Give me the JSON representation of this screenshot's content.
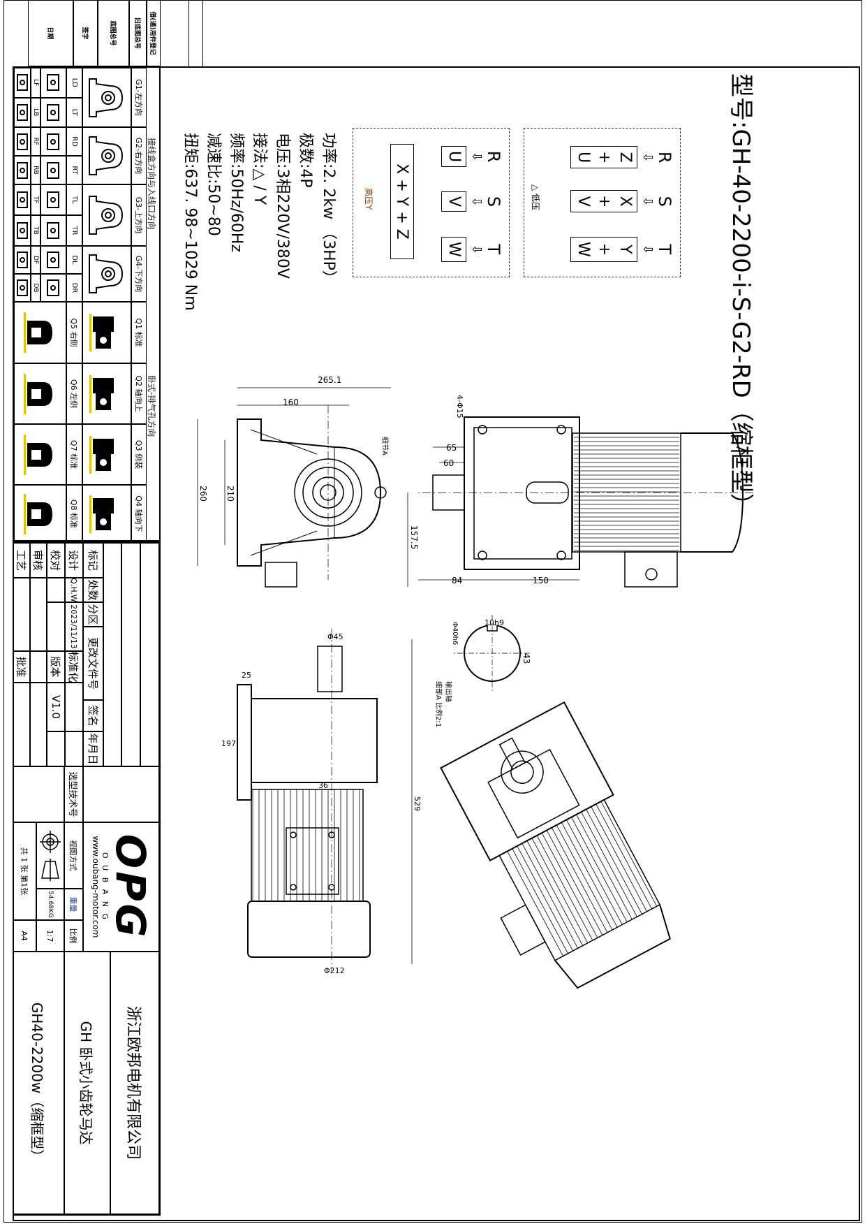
{
  "title": "型号:GH-40-2200-i-S-G2-RD（缩框型）",
  "records_strip": {
    "labels": [
      "借(通)用件登记",
      "旧底图总号",
      "底图总号",
      "签字",
      "日期"
    ]
  },
  "wiring": {
    "low": {
      "label": "△ 低压",
      "inputs": [
        "R",
        "S",
        "T"
      ],
      "arrow": "⇩",
      "terminals": [
        [
          "Z",
          "+",
          "U"
        ],
        [
          "X",
          "+",
          "V"
        ],
        [
          "Y",
          "+",
          "W"
        ]
      ]
    },
    "high": {
      "label": "高压Y",
      "inputs": [
        "R",
        "S",
        "T"
      ],
      "arrow": "⇩",
      "terminals": [
        "U",
        "V",
        "W"
      ],
      "star": "X + Y + Z"
    }
  },
  "specs": [
    "功率:2. 2kw （3HP）",
    "极数:4P",
    "电压:3相220V/380V",
    "接法:△ / Y",
    "频率:50Hz/60Hz",
    "减速比:50~80",
    "扭矩:637. 98~1029 Nm"
  ],
  "dimensions": {
    "d265": "265.1",
    "d160": "160",
    "d260": "260",
    "d210": "210",
    "d157": "157.5",
    "detailA": "细节A",
    "holes": "4-Φ15",
    "d65": "65",
    "d60": "60",
    "d84": "84",
    "d150": "150",
    "shaft_dia": "Φ40h6",
    "key": "10h9",
    "d43": "43",
    "shaft_label": "输出轴",
    "detail_scale": "细部A 比例2:1",
    "d45": "Φ45",
    "d25": "25",
    "d197": "197",
    "d36": "36",
    "d529": "529",
    "d212": "Φ212"
  },
  "mounting_table": {
    "header_terminal": "接线盒方向与入线口方向",
    "header_vent": "卧式-排气孔方向",
    "g": [
      {
        "label": "G1-左方向",
        "a": "LD",
        "b": "LT",
        "c": "LF",
        "d": "LB"
      },
      {
        "label": "G2-右方向",
        "a": "RD",
        "b": "RT",
        "c": "RF",
        "d": "RB"
      },
      {
        "label": "G3-上方向",
        "a": "TL",
        "b": "TR",
        "c": "TF",
        "d": "TB"
      },
      {
        "label": "G4-下方向",
        "a": "DL",
        "b": "DR",
        "c": "DF",
        "d": "DB"
      }
    ],
    "q": [
      {
        "top": "Q1 标准",
        "bottom": "Q5 右侧"
      },
      {
        "top": "Q2 轴向上",
        "bottom": "Q6 左侧"
      },
      {
        "top": "Q3 侧装",
        "bottom": "Q7 标准"
      },
      {
        "top": "Q4 轴向下",
        "bottom": "Q8 标准"
      }
    ]
  },
  "title_block": {
    "headers": [
      "标记",
      "处数",
      "分区",
      "更改文件号",
      "签名",
      "年月日"
    ],
    "design": "设计",
    "designer": "Q.H.W",
    "date": "2023/11/13",
    "standardize": "标准化",
    "check": "校对",
    "version_label": "版本",
    "version": "V1.0",
    "review": "审核",
    "process": "工艺",
    "approve": "批准",
    "selection_no": "选型技术号",
    "logo": "OPG",
    "brand": "O U B A N G",
    "website": "www.oubang-motor.com",
    "view_method": "视图方式",
    "weight_label": "重量",
    "weight": "54.68KG",
    "scale_label": "比例",
    "scale": "1:7",
    "sheets": "共 1 张 第1张",
    "paper": "A4",
    "company": "浙江欧邦电机有限公司",
    "product": "GH 卧式小齿轮马达",
    "model": "GH40-2200w（缩框型）"
  }
}
